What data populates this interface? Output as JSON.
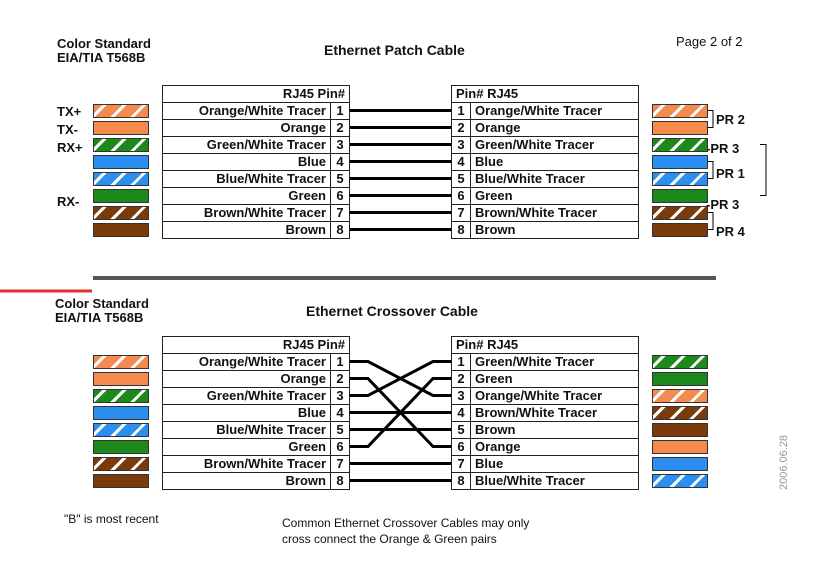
{
  "standard_top": [
    "Color  Standard",
    "EIA/TIA T568B"
  ],
  "standard_bottom": [
    "Color  Standard",
    "EIA/TIA T568B"
  ],
  "title_patch": "Ethernet Patch Cable",
  "title_crossover": "Ethernet Crossover Cable",
  "page_number": "Page 2 of 2",
  "note_b": "\"B\" is most recent",
  "caption": [
    "Common Ethernet Crossover Cables may only",
    "cross connect the Orange & Green pairs"
  ],
  "date_stamp": "2006.06.28",
  "headers": {
    "left": "RJ45  Pin#",
    "right": "Pin#  RJ45"
  },
  "colors": {
    "orange": "#f58a4f",
    "green": "#1b8a1b",
    "blue": "#2a8ff0",
    "brown": "#7a3a0a",
    "accent_red": "#e03030"
  },
  "wires": [
    {
      "pin": "1",
      "name": "Orange/White Tracer",
      "color": "orange",
      "tracer": true
    },
    {
      "pin": "2",
      "name": "Orange",
      "color": "orange",
      "tracer": false
    },
    {
      "pin": "3",
      "name": "Green/White Tracer",
      "color": "green",
      "tracer": true
    },
    {
      "pin": "4",
      "name": "Blue",
      "color": "blue",
      "tracer": false
    },
    {
      "pin": "5",
      "name": "Blue/White Tracer",
      "color": "blue",
      "tracer": true
    },
    {
      "pin": "6",
      "name": "Green",
      "color": "green",
      "tracer": false
    },
    {
      "pin": "7",
      "name": "Brown/White Tracer",
      "color": "brown",
      "tracer": true
    },
    {
      "pin": "8",
      "name": "Brown",
      "color": "brown",
      "tracer": false
    }
  ],
  "crossover_right": [
    {
      "pin": "1",
      "name": "Green/White Tracer",
      "color": "green",
      "tracer": true
    },
    {
      "pin": "2",
      "name": "Green",
      "color": "green",
      "tracer": false
    },
    {
      "pin": "3",
      "name": "Orange/White Tracer",
      "color": "orange",
      "tracer": true
    },
    {
      "pin": "4",
      "name": "Brown/White Tracer",
      "color": "brown",
      "tracer": true
    },
    {
      "pin": "5",
      "name": "Brown",
      "color": "brown",
      "tracer": false
    },
    {
      "pin": "6",
      "name": "Orange",
      "color": "orange",
      "tracer": false
    },
    {
      "pin": "7",
      "name": "Blue",
      "color": "blue",
      "tracer": false
    },
    {
      "pin": "8",
      "name": "Blue/White Tracer",
      "color": "blue",
      "tracer": true
    }
  ],
  "signals": {
    "tx_plus": "TX+",
    "tx_minus": "TX-",
    "rx_plus": "RX+",
    "rx_minus": "RX-"
  },
  "pairs": {
    "pr2": "PR 2",
    "pr3a": "-PR 3",
    "pr1": "PR 1",
    "pr3b": "-PR 3",
    "pr4": "PR 4"
  },
  "crossover_map": [
    3,
    6,
    1,
    4,
    5,
    2,
    7,
    8
  ]
}
